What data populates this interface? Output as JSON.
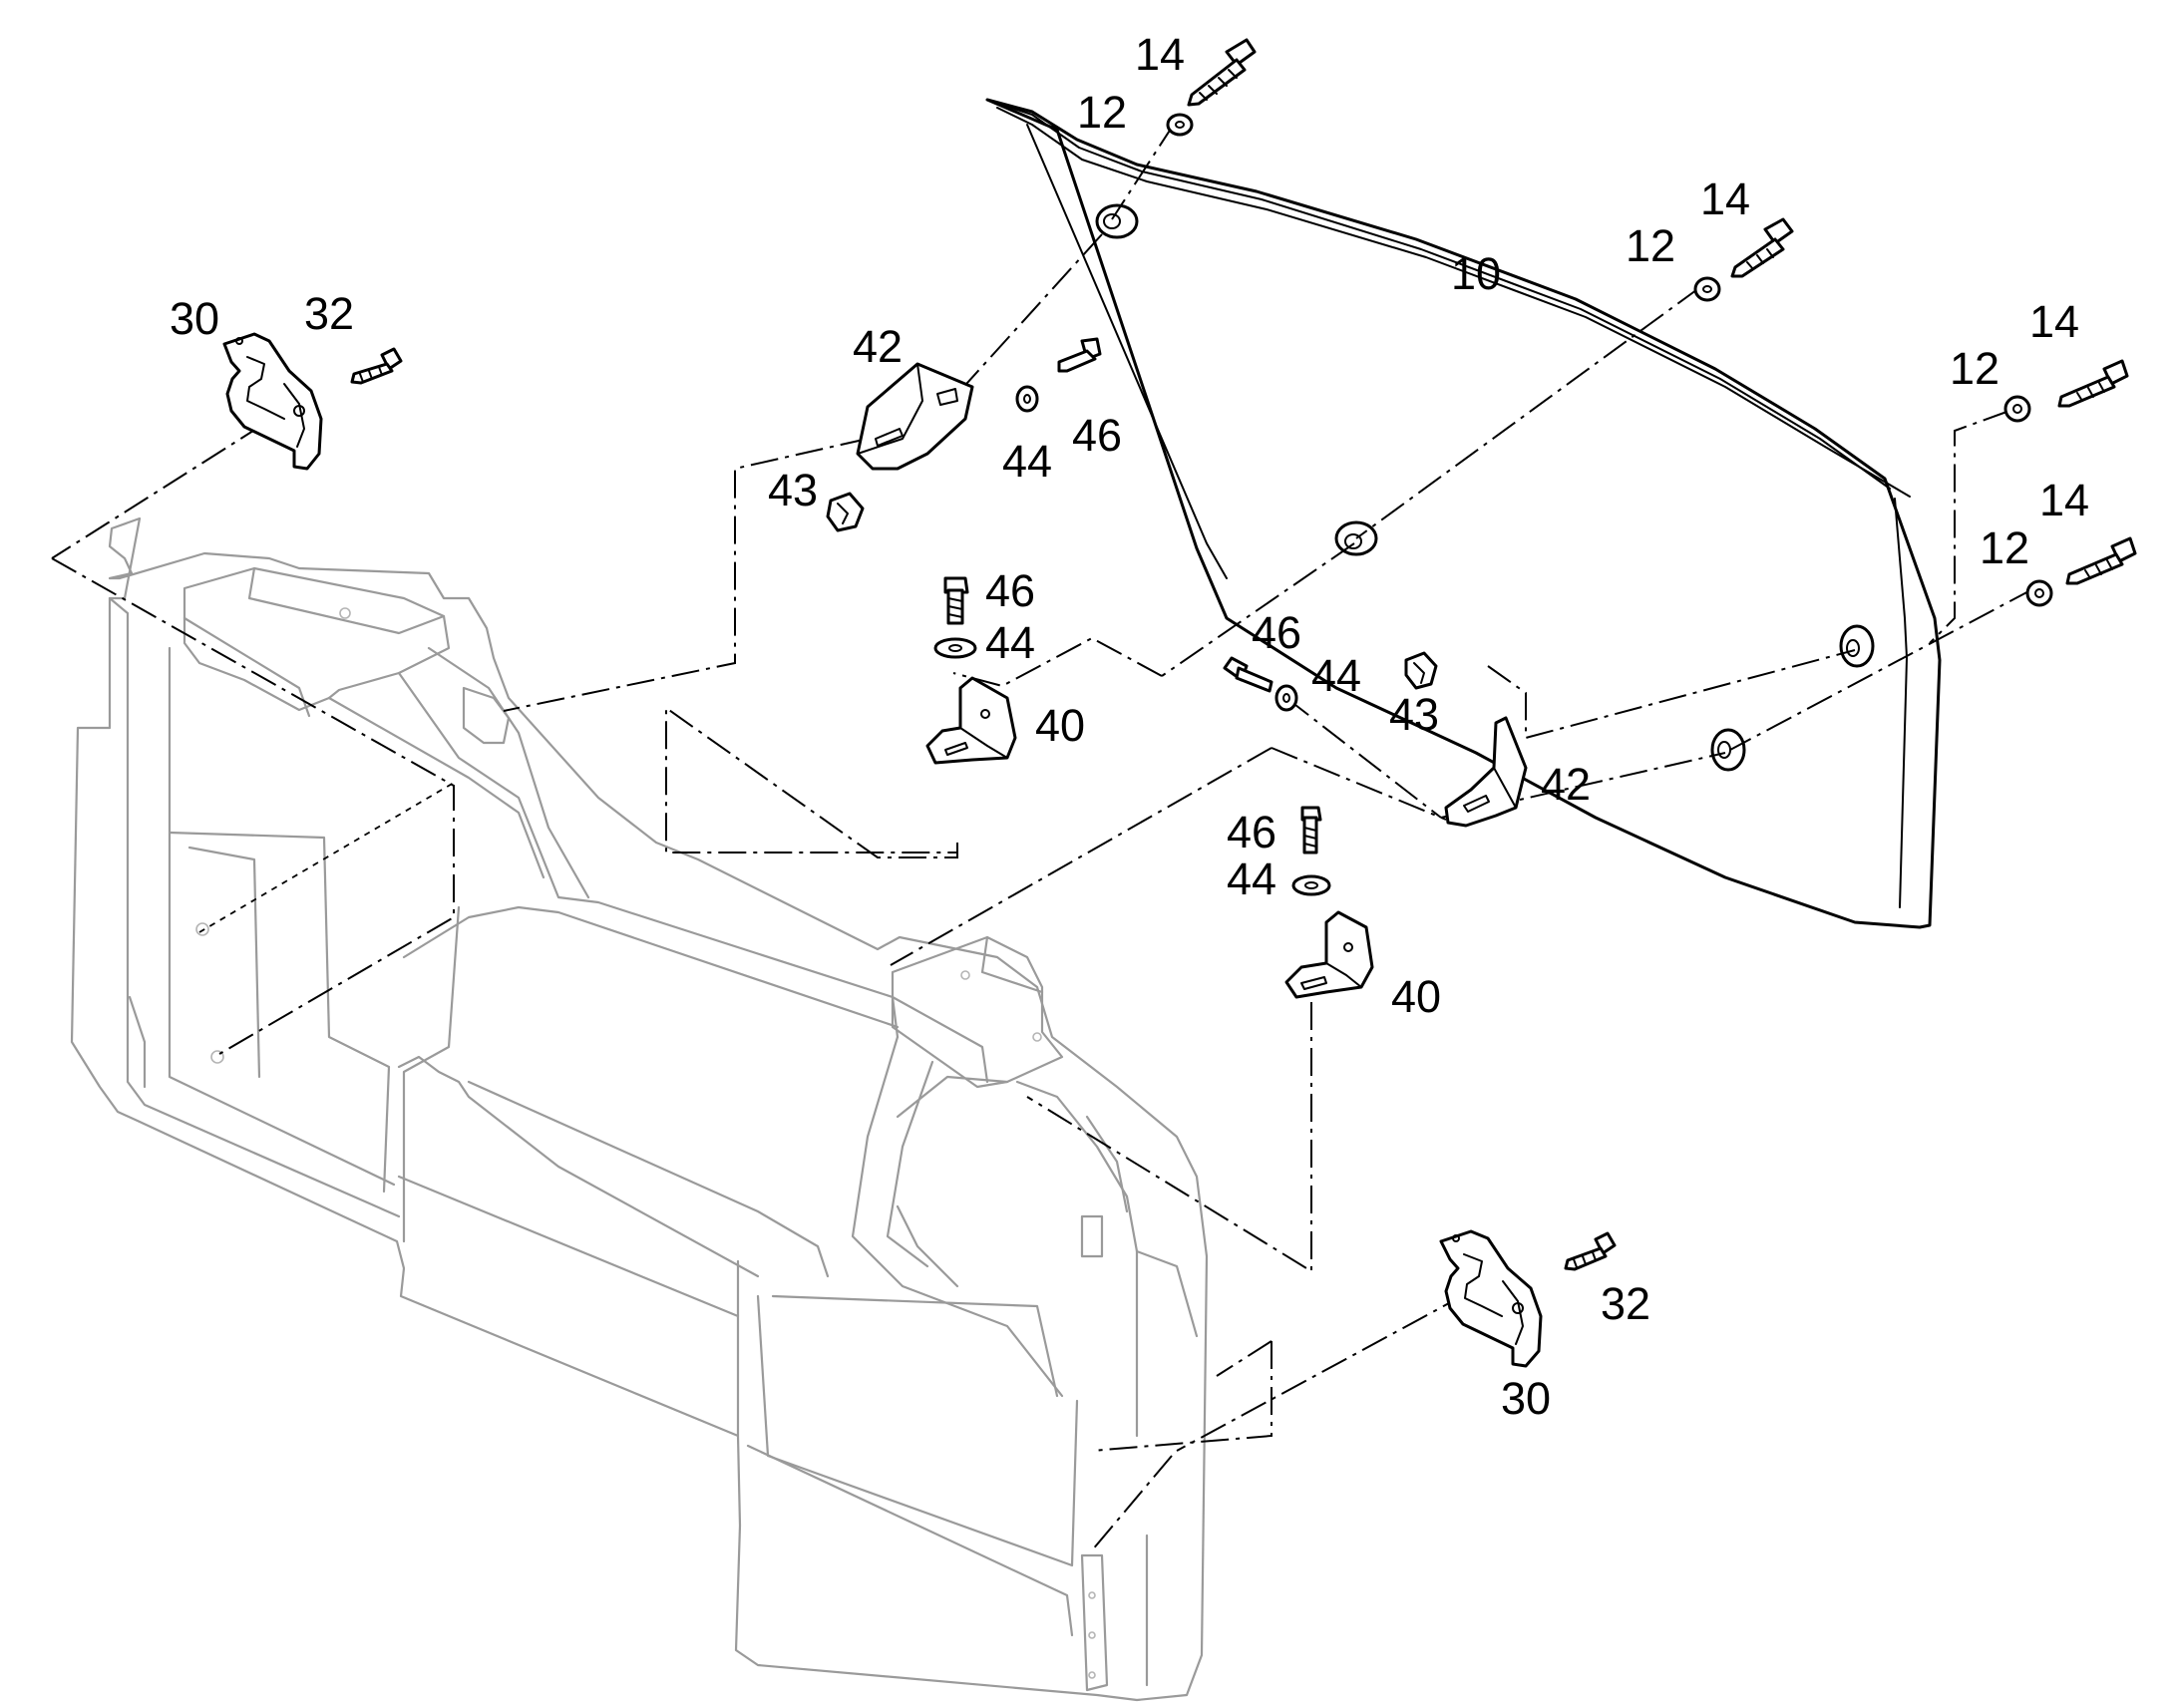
{
  "diagram": {
    "type": "exploded-parts-view",
    "part_labels": {
      "glass": "10",
      "washer": "12",
      "screw": "14",
      "hinge_plate": "30",
      "hinge_bolt": "32",
      "bracket": "40",
      "hinge_bracket": "42",
      "nut": "43",
      "flat_washer": "44",
      "bolt": "46"
    }
  }
}
